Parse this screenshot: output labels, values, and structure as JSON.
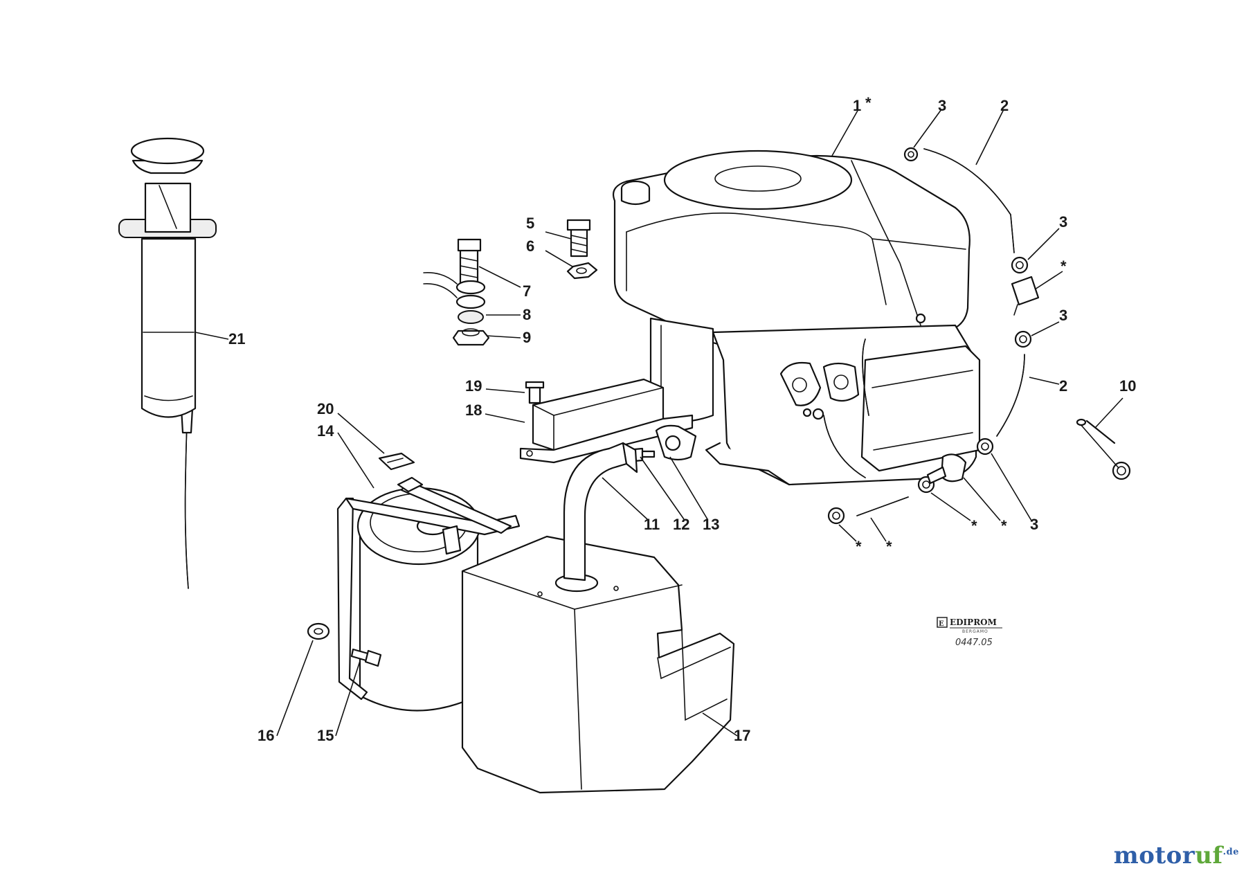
{
  "labels": {
    "l1": "1",
    "l2a": "2",
    "l2b": "2",
    "l3a": "3",
    "l3b": "3",
    "l3c": "3",
    "l3d": "3",
    "l5": "5",
    "l6": "6",
    "l7": "7",
    "l8": "8",
    "l9": "9",
    "l10": "10",
    "l11": "11",
    "l12": "12",
    "l13": "13",
    "l14": "14",
    "l15": "15",
    "l16": "16",
    "l17": "17",
    "l18": "18",
    "l19": "19",
    "l20": "20",
    "l21": "21"
  },
  "stars": {
    "symbol": "*"
  },
  "stamp": {
    "brand": "EDIPROM",
    "sub": "BERGAMO",
    "code": "0447.05"
  },
  "watermark": {
    "main": "motoruf",
    "tld": ".de",
    "colors": {
      "blue": "#2f5fa8",
      "green": "#5fa83a"
    }
  }
}
